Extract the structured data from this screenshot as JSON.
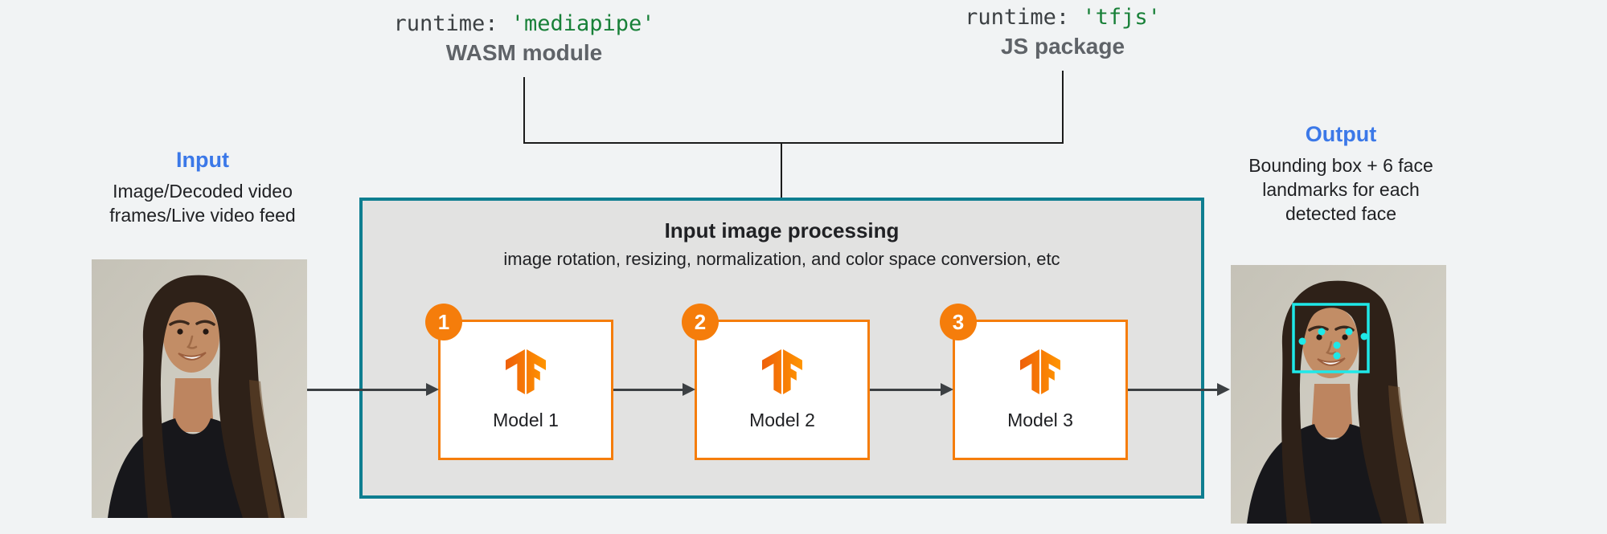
{
  "palette": {
    "background": "#f1f3f4",
    "accent_blue": "#3b78e8",
    "code_green": "#188038",
    "code_gray": "#3c4043",
    "label_gray": "#5f6368",
    "teal_border": "#0e7e90",
    "panel_fill": "#e2e2e1",
    "orange": "#f57d0b",
    "text_dark": "#202124",
    "landmark_cyan": "#1fe8e8"
  },
  "runtime_options": [
    {
      "code_prefix": "runtime: ",
      "code_value": "'mediapipe'",
      "label": "WASM module"
    },
    {
      "code_prefix": "runtime: ",
      "code_value": "'tfjs'",
      "label": "JS package"
    }
  ],
  "input": {
    "title": "Input",
    "description_lines": [
      "Image/Decoded video",
      "frames/Live video feed"
    ],
    "photo_alt": "Portrait photo of a smiling woman with long dark hair wearing a black top"
  },
  "output": {
    "title": "Output",
    "description_lines": [
      "Bounding box + 6 face",
      "landmarks for each",
      "detected face"
    ],
    "photo_alt": "Same portrait photo with a cyan face bounding box and 6 cyan landmark dots"
  },
  "processing": {
    "title": "Input image processing",
    "subtitle": "image rotation, resizing, normalization, and color space conversion, etc",
    "models": [
      {
        "step": "1",
        "label": "Model 1",
        "icon": "tensorflow-logo"
      },
      {
        "step": "2",
        "label": "Model 2",
        "icon": "tensorflow-logo"
      },
      {
        "step": "3",
        "label": "Model 3",
        "icon": "tensorflow-logo"
      }
    ]
  }
}
